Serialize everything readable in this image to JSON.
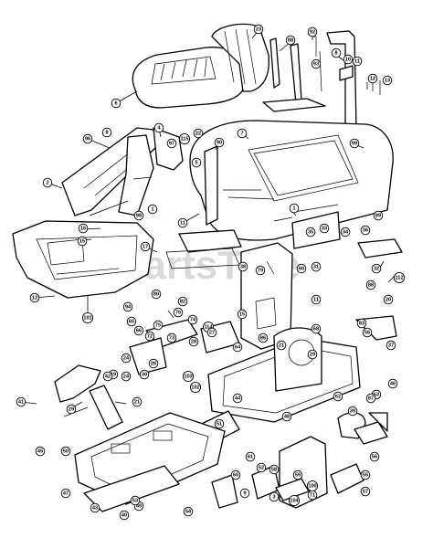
{
  "watermark": "PartsTree",
  "callouts": [
    {
      "n": "23"
    },
    {
      "n": "88"
    },
    {
      "n": "92"
    },
    {
      "n": "93"
    },
    {
      "n": "8"
    },
    {
      "n": "10"
    },
    {
      "n": "11"
    },
    {
      "n": "12"
    },
    {
      "n": "13"
    },
    {
      "n": "6"
    },
    {
      "n": "96"
    },
    {
      "n": "8"
    },
    {
      "n": "4"
    },
    {
      "n": "97"
    },
    {
      "n": "115"
    },
    {
      "n": "22"
    },
    {
      "n": "5"
    },
    {
      "n": "7"
    },
    {
      "n": "99"
    },
    {
      "n": "90"
    },
    {
      "n": "2"
    },
    {
      "n": "98"
    },
    {
      "n": "1"
    },
    {
      "n": "11"
    },
    {
      "n": "1"
    },
    {
      "n": "89"
    },
    {
      "n": "16"
    },
    {
      "n": "15"
    },
    {
      "n": "17"
    },
    {
      "n": "12"
    },
    {
      "n": "101"
    },
    {
      "n": "35"
    },
    {
      "n": "33"
    },
    {
      "n": "34"
    },
    {
      "n": "36"
    },
    {
      "n": "38"
    },
    {
      "n": "79"
    },
    {
      "n": "60"
    },
    {
      "n": "31"
    },
    {
      "n": "32"
    },
    {
      "n": "112"
    },
    {
      "n": "20"
    },
    {
      "n": "80"
    },
    {
      "n": "94"
    },
    {
      "n": "82"
    },
    {
      "n": "65"
    },
    {
      "n": "76"
    },
    {
      "n": "74"
    },
    {
      "n": "66"
    },
    {
      "n": "75"
    },
    {
      "n": "72"
    },
    {
      "n": "73"
    },
    {
      "n": "28"
    },
    {
      "n": "15"
    },
    {
      "n": "114"
    },
    {
      "n": "64"
    },
    {
      "n": "86"
    },
    {
      "n": "88"
    },
    {
      "n": "11"
    },
    {
      "n": "83"
    },
    {
      "n": "56"
    },
    {
      "n": "68"
    },
    {
      "n": "27"
    },
    {
      "n": "24"
    },
    {
      "n": "26"
    },
    {
      "n": "30"
    },
    {
      "n": "103"
    },
    {
      "n": "37"
    },
    {
      "n": "29"
    },
    {
      "n": "21"
    },
    {
      "n": "19"
    },
    {
      "n": "24"
    },
    {
      "n": "29"
    },
    {
      "n": "42"
    },
    {
      "n": "102"
    },
    {
      "n": "21"
    },
    {
      "n": "41"
    },
    {
      "n": "44"
    },
    {
      "n": "45"
    },
    {
      "n": "50"
    },
    {
      "n": "48"
    },
    {
      "n": "51"
    },
    {
      "n": "61"
    },
    {
      "n": "62"
    },
    {
      "n": "63"
    },
    {
      "n": "39"
    },
    {
      "n": "87"
    },
    {
      "n": "46"
    },
    {
      "n": "47"
    },
    {
      "n": "43"
    },
    {
      "n": "49"
    },
    {
      "n": "40"
    },
    {
      "n": "53"
    },
    {
      "n": "54"
    },
    {
      "n": "55"
    },
    {
      "n": "56"
    },
    {
      "n": "57"
    },
    {
      "n": "58"
    },
    {
      "n": "59"
    },
    {
      "n": "100"
    },
    {
      "n": "104"
    },
    {
      "n": "60"
    },
    {
      "n": "52"
    },
    {
      "n": "9"
    },
    {
      "n": "3"
    },
    {
      "n": "71"
    }
  ]
}
